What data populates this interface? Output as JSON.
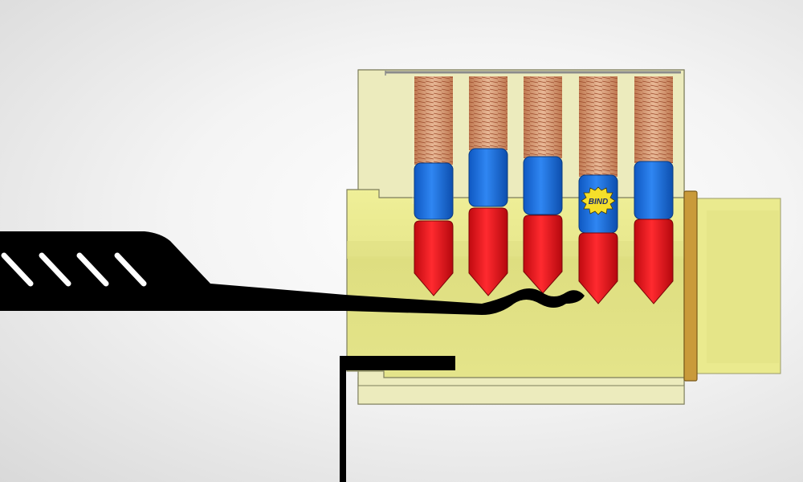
{
  "diagram": {
    "pin_stacks": [
      {
        "id": 1,
        "state": "resting"
      },
      {
        "id": 2,
        "state": "resting"
      },
      {
        "id": 3,
        "state": "resting"
      },
      {
        "id": 4,
        "state": "binding",
        "badge": "BIND"
      },
      {
        "id": 5,
        "state": "resting"
      }
    ],
    "colors": {
      "housing": "#ecebbd",
      "plug": "#eaea8e",
      "key_pin": "#e8131a",
      "driver_pin": "#1a6fe0",
      "spring": "#c98a62",
      "tool": "#000000",
      "cam_ring": "#c99a3a",
      "bind_badge": "#f5df2a"
    },
    "tools": [
      "rake-pick",
      "tension-wrench"
    ]
  }
}
